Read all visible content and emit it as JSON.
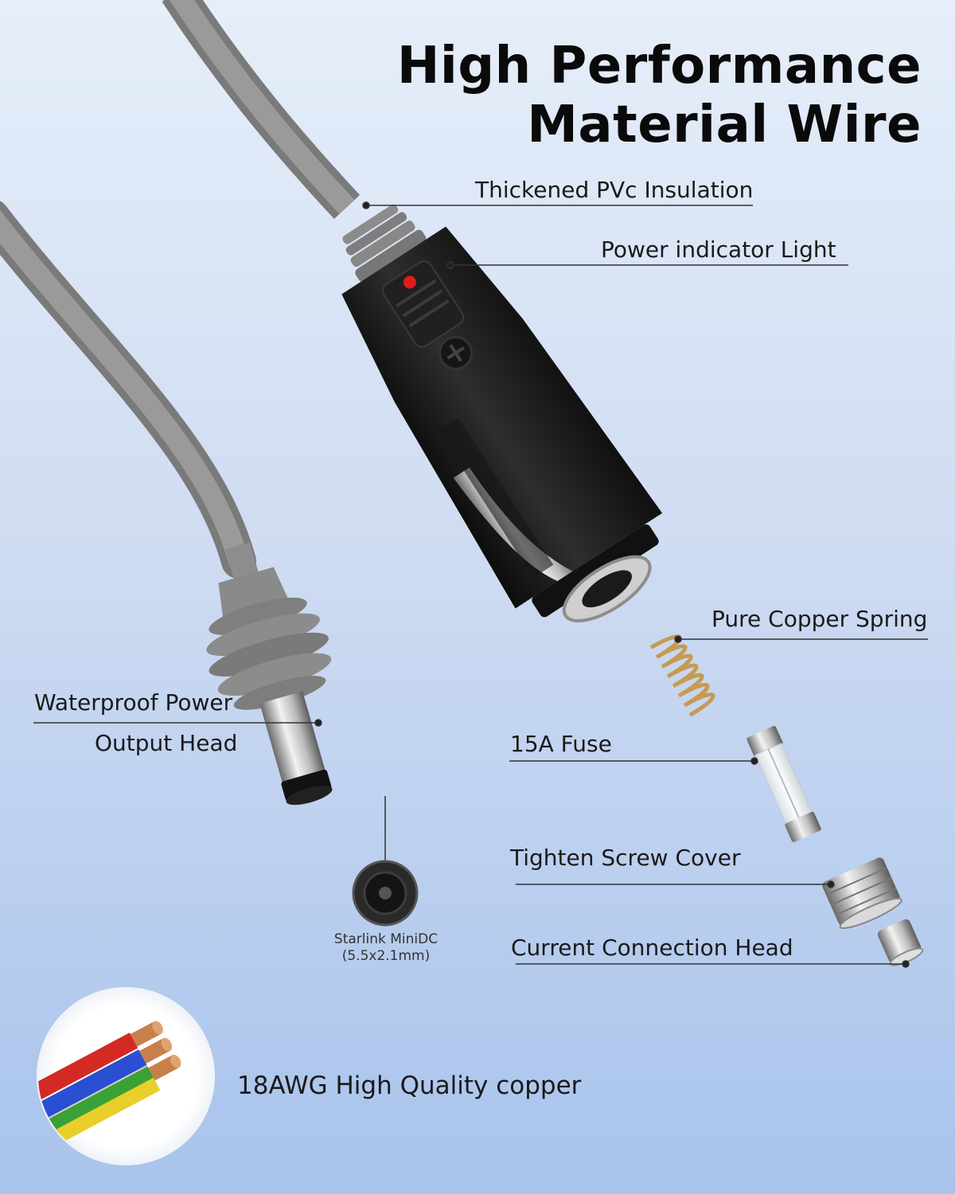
{
  "title": {
    "line1": "High Performance",
    "line2": "Material Wire"
  },
  "callouts": {
    "insulation": "Thickened PVc Insulation",
    "indicator": "Power indicator Light",
    "spring": "Pure Copper Spring",
    "output_line1": "Waterproof Power",
    "output_line2": "Output Head",
    "fuse": "15A Fuse",
    "screw_cover": "Tighten Screw Cover",
    "connection_head": "Current Connection Head"
  },
  "connector": {
    "line1": "Starlink MiniDC",
    "line2": "(5.5x2.1mm)"
  },
  "copper": {
    "label": "18AWG High Quality copper"
  },
  "colors": {
    "cable_gray": "#8a8a8a",
    "plug_black": "#1c1c1c",
    "indicator_red": "#e01b1b",
    "copper": "#c8804a"
  },
  "icons": [
    "car-plug-icon",
    "dc-barrel-icon",
    "spring-icon",
    "fuse-icon",
    "screw-cover-icon",
    "wire-bundle-icon"
  ]
}
